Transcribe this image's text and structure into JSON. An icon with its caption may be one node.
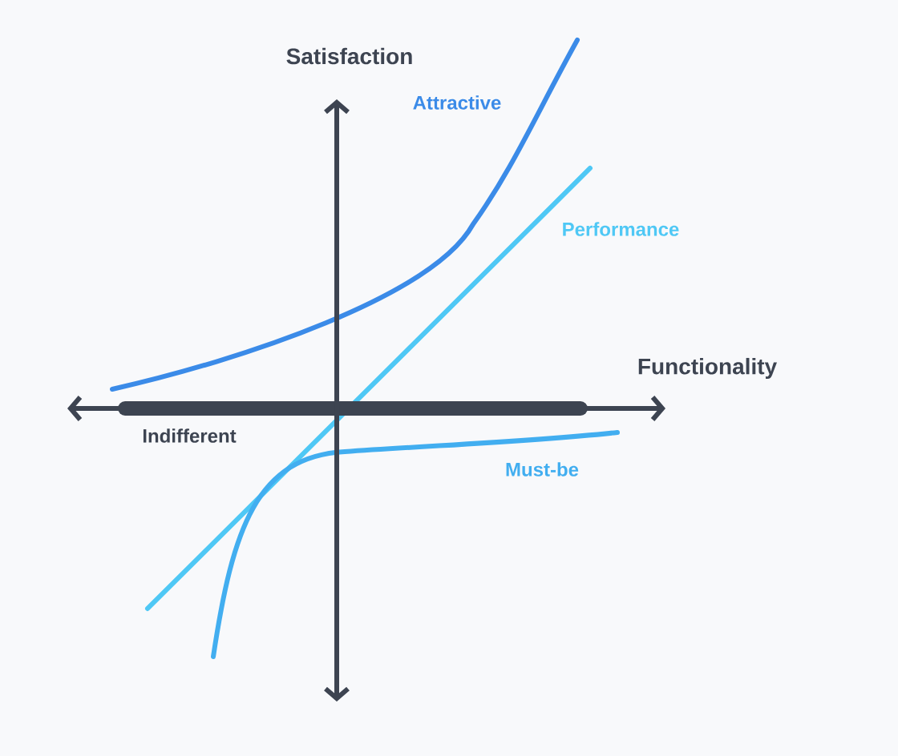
{
  "diagram": {
    "labels": [
      "Satisfaction",
      "Attractive",
      "Performance",
      "Functionality",
      "Indifferent",
      "Must-be"
    ]
  }
}
